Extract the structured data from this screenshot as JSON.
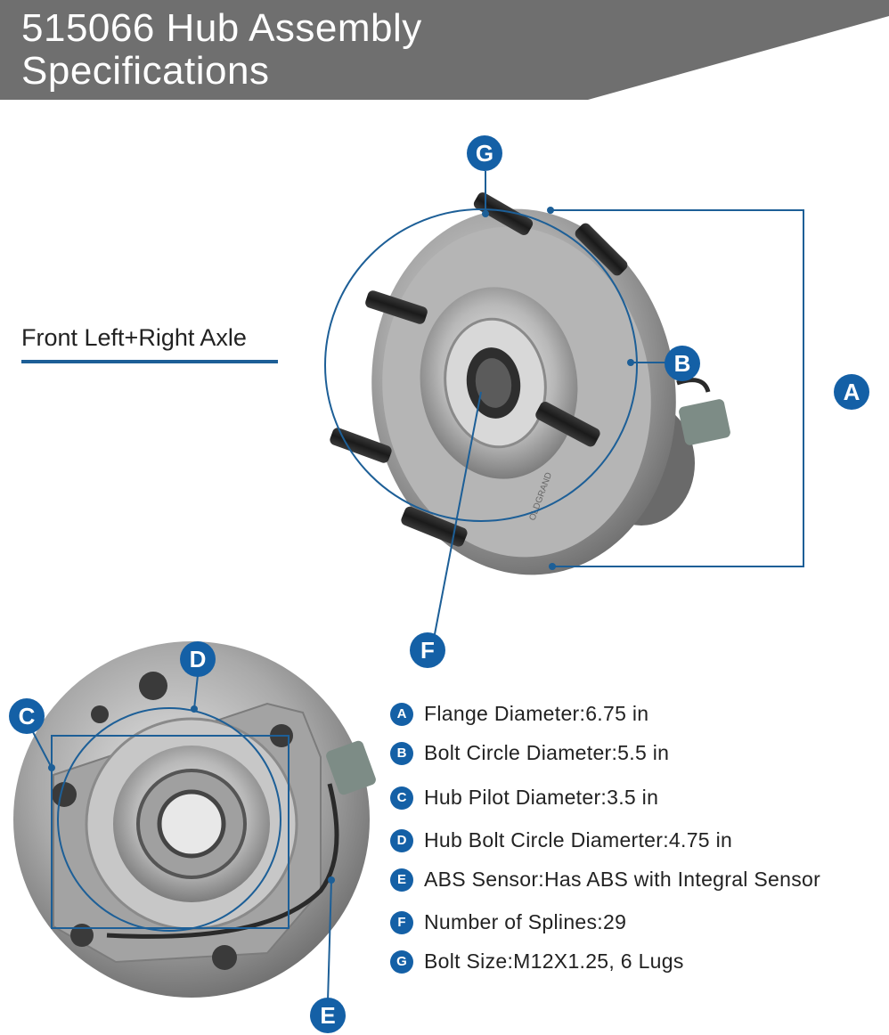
{
  "header": {
    "title_line1": "515066 Hub Assembly",
    "title_line2": "Specifications",
    "band_color": "#6f6f6f"
  },
  "axle_label": "Front Left+Right Axle",
  "accent_color": "#1460a6",
  "hub_marking": "OLDGRAND",
  "markers": {
    "a": "A",
    "b": "B",
    "c": "C",
    "d": "D",
    "e": "E",
    "f": "F",
    "g": "G"
  },
  "specs": [
    {
      "letter": "A",
      "text": "Flange Diameter:6.75 in"
    },
    {
      "letter": "B",
      "text": "Bolt Circle Diameter:5.5 in"
    },
    {
      "letter": "C",
      "text": "Hub Pilot Diameter:3.5 in"
    },
    {
      "letter": "D",
      "text": "Hub Bolt Circle Diamerter:4.75 in"
    },
    {
      "letter": "E",
      "text": "ABS Sensor:Has ABS with Integral Sensor"
    },
    {
      "letter": "F",
      "text": "Number of Splines:29"
    },
    {
      "letter": "G",
      "text": "Bolt Size:M12X1.25, 6 Lugs"
    }
  ]
}
